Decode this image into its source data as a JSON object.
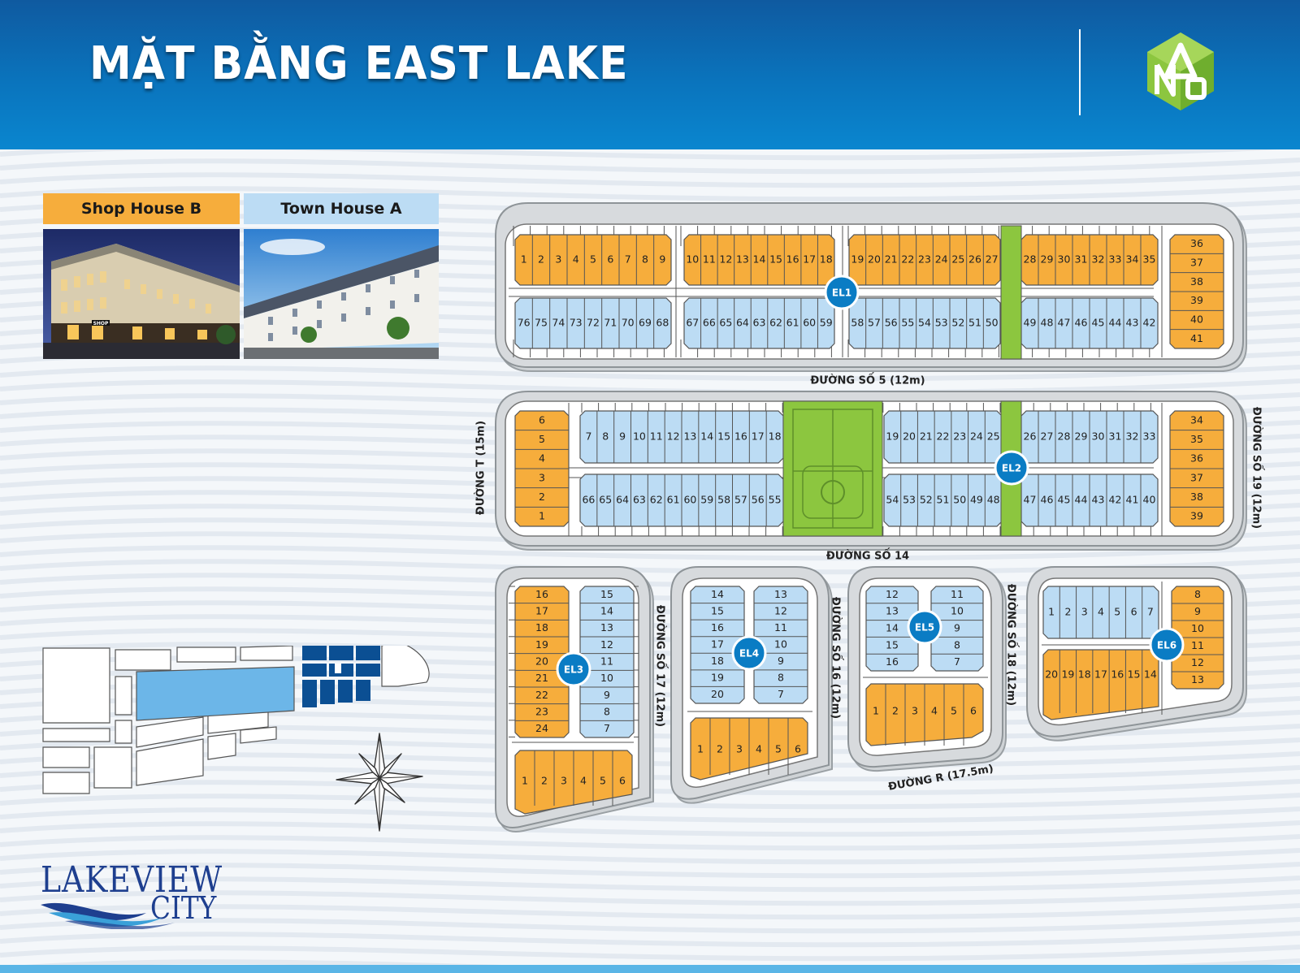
{
  "title": "MẶT BẰNG EAST LAKE",
  "logo_icon": "cube-logo-icon",
  "legend": {
    "shop_house_b": "Shop House B",
    "town_house_a": "Town House A",
    "shop_color": "#f6ad3c",
    "town_color": "#bcdcf4",
    "green_color": "#8cc63f"
  },
  "photo_shop_sign": "SHOP",
  "brand": {
    "line1": "LAKEVIEW",
    "line2": "CITY"
  },
  "roads": {
    "duong_so_5": "ĐƯỜNG SỐ 5 (12m)",
    "duong_so_14": "ĐƯỜNG SỐ 14",
    "duong_t": "ĐƯỜNG T (15m)",
    "duong_so_19": "ĐƯỜNG SỐ 19 (12m)",
    "duong_so_17": "ĐƯỜNG SỐ 17 (12m)",
    "duong_so_16": "ĐƯỜNG SỐ 16 (12m)",
    "duong_so_18": "ĐƯỜNG SỐ 18 (12m)",
    "duong_r": "ĐƯỜNG R (17.5m)"
  },
  "blocks": [
    {
      "id": "EL1",
      "groups": [
        {
          "type": "shop",
          "lots": [
            "1",
            "2",
            "3",
            "4",
            "5",
            "6",
            "7",
            "8",
            "9"
          ]
        },
        {
          "type": "shop",
          "lots": [
            "10",
            "11",
            "12",
            "13",
            "14",
            "15",
            "16",
            "17",
            "18"
          ]
        },
        {
          "type": "shop",
          "lots": [
            "19",
            "20",
            "21",
            "22",
            "23",
            "24",
            "25",
            "26",
            "27"
          ]
        },
        {
          "type": "shop",
          "lots": [
            "28",
            "29",
            "30",
            "31",
            "32",
            "33",
            "34",
            "35"
          ]
        },
        {
          "type": "shop",
          "lots": [
            "36",
            "37",
            "38",
            "39",
            "40",
            "41"
          ]
        },
        {
          "type": "town",
          "lots": [
            "76",
            "75",
            "74",
            "73",
            "72",
            "71",
            "70",
            "69",
            "68"
          ]
        },
        {
          "type": "town",
          "lots": [
            "67",
            "66",
            "65",
            "64",
            "63",
            "62",
            "61",
            "60",
            "59"
          ]
        },
        {
          "type": "town",
          "lots": [
            "58",
            "57",
            "56",
            "55",
            "54",
            "53",
            "52",
            "51",
            "50"
          ]
        },
        {
          "type": "town",
          "lots": [
            "49",
            "48",
            "47",
            "46",
            "45",
            "44",
            "43",
            "42"
          ]
        }
      ]
    },
    {
      "id": "EL2",
      "groups": [
        {
          "type": "shop",
          "lots": [
            "6",
            "5",
            "4",
            "3",
            "2",
            "1"
          ]
        },
        {
          "type": "town",
          "lots": [
            "7",
            "8",
            "9",
            "10",
            "11",
            "12",
            "13",
            "14",
            "15",
            "16",
            "17",
            "18"
          ]
        },
        {
          "type": "town",
          "lots": [
            "19",
            "20",
            "21",
            "22",
            "23",
            "24",
            "25"
          ]
        },
        {
          "type": "town",
          "lots": [
            "26",
            "27",
            "28",
            "29",
            "30",
            "31",
            "32",
            "33"
          ]
        },
        {
          "type": "shop",
          "lots": [
            "34",
            "35",
            "36",
            "37",
            "38",
            "39"
          ]
        },
        {
          "type": "town",
          "lots": [
            "66",
            "65",
            "64",
            "63",
            "62",
            "61",
            "60",
            "59",
            "58",
            "57",
            "56",
            "55"
          ]
        },
        {
          "type": "town",
          "lots": [
            "54",
            "53",
            "52",
            "51",
            "50",
            "49",
            "48"
          ]
        },
        {
          "type": "town",
          "lots": [
            "47",
            "46",
            "45",
            "44",
            "43",
            "42",
            "41",
            "40"
          ]
        }
      ]
    },
    {
      "id": "EL3",
      "groups": [
        {
          "type": "shop",
          "lots": [
            "16",
            "17",
            "18",
            "19",
            "20",
            "21",
            "22",
            "23",
            "24"
          ]
        },
        {
          "type": "town",
          "lots": [
            "15",
            "14",
            "13",
            "12",
            "11",
            "10",
            "9",
            "8",
            "7"
          ]
        },
        {
          "type": "shop",
          "lots": [
            "1",
            "2",
            "3",
            "4",
            "5",
            "6"
          ]
        }
      ]
    },
    {
      "id": "EL4",
      "groups": [
        {
          "type": "town",
          "lots": [
            "14",
            "15",
            "16",
            "17",
            "18",
            "19",
            "20"
          ]
        },
        {
          "type": "town",
          "lots": [
            "13",
            "12",
            "11",
            "10",
            "9",
            "8",
            "7"
          ]
        },
        {
          "type": "shop",
          "lots": [
            "1",
            "2",
            "3",
            "4",
            "5",
            "6"
          ]
        }
      ]
    },
    {
      "id": "EL5",
      "groups": [
        {
          "type": "town",
          "lots": [
            "12",
            "13",
            "14",
            "15",
            "16"
          ]
        },
        {
          "type": "town",
          "lots": [
            "11",
            "10",
            "9",
            "8",
            "7"
          ]
        },
        {
          "type": "shop",
          "lots": [
            "1",
            "2",
            "3",
            "4",
            "5",
            "6"
          ]
        }
      ]
    },
    {
      "id": "EL6",
      "groups": [
        {
          "type": "town",
          "lots": [
            "1",
            "2",
            "3",
            "4",
            "5",
            "6",
            "7"
          ]
        },
        {
          "type": "shop",
          "lots": [
            "8",
            "9",
            "10",
            "11",
            "12",
            "13"
          ]
        },
        {
          "type": "shop",
          "lots": [
            "20",
            "19",
            "18",
            "17",
            "16",
            "15",
            "14"
          ]
        }
      ]
    }
  ]
}
